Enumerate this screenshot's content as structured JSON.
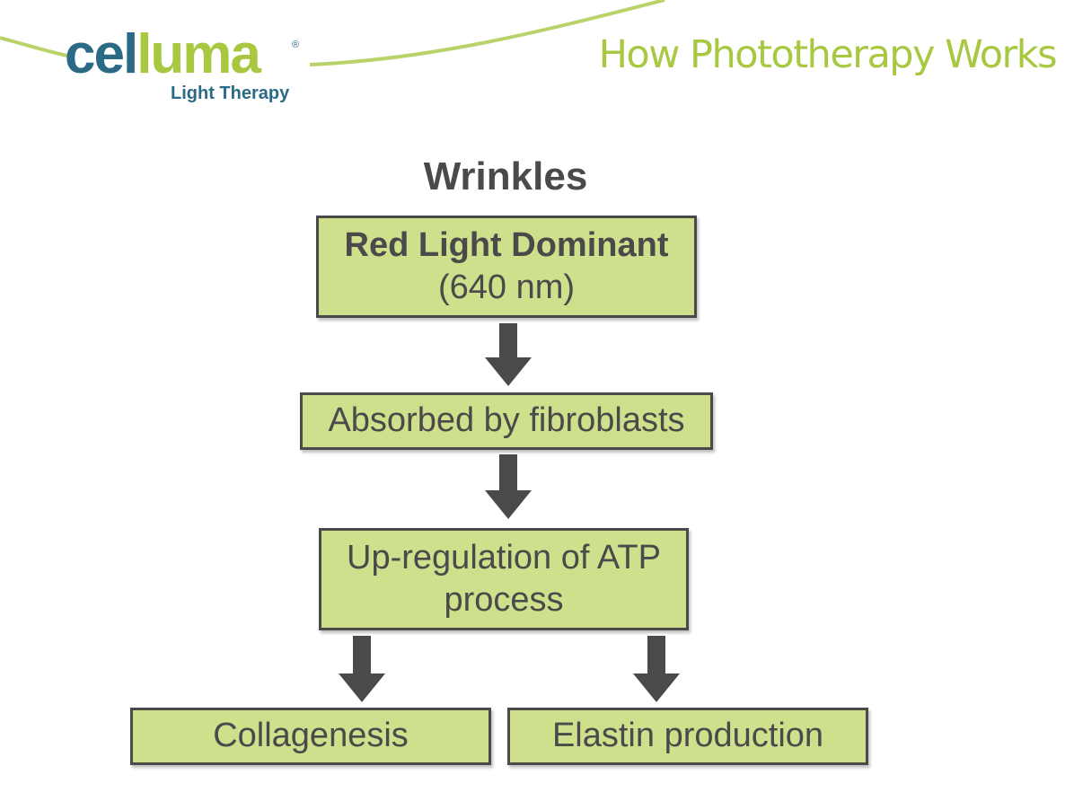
{
  "header": {
    "logo_part1": "cel",
    "logo_part2": "luma",
    "logo_registered": "®",
    "logo_subtitle": "Light Therapy",
    "title": "How Phototherapy Works"
  },
  "diagram": {
    "title": "Wrinkles",
    "nodes": {
      "red_light": {
        "line1": "Red Light Dominant",
        "line2": "(640 nm)"
      },
      "absorbed": {
        "label": "Absorbed by fibroblasts"
      },
      "atp": {
        "line1": "Up-regulation of ATP",
        "line2": "process"
      },
      "collagenesis": {
        "label": "Collagenesis"
      },
      "elastin": {
        "label": "Elastin production"
      }
    }
  },
  "colors": {
    "node_fill": "#cfe08c",
    "node_border": "#4a4a4a",
    "text": "#4a4a4a",
    "brand_blue": "#2a6a86",
    "brand_green": "#a9c842",
    "arrow": "#4a4a4a"
  }
}
